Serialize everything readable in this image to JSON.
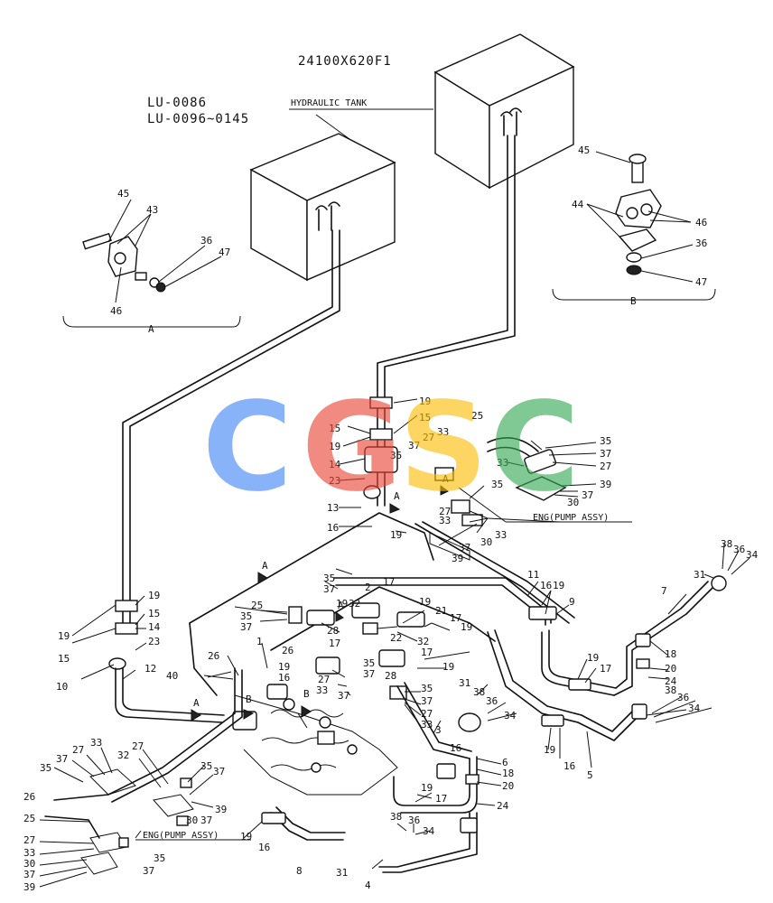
{
  "header": {
    "part_number": "24100X620F1",
    "model_line1": "LU-0086",
    "model_line2": "LU-0096~0145",
    "tank_label": "HYDRAULIC  TANK"
  },
  "details": {
    "a_label": "A",
    "b_label": "B"
  },
  "assembly_labels": {
    "pump_right": "ENG(PUMP ASSY)",
    "pump_left": "ENG(PUMP ASSY)"
  },
  "watermark": {
    "letters": [
      "C",
      "G",
      "S",
      "C"
    ],
    "colors": [
      "#4285F4",
      "#EA4335",
      "#FBBC05",
      "#34A853"
    ]
  },
  "callouts": {
    "n45a": "45",
    "n43": "43",
    "n46a": "46",
    "n36a": "36",
    "n47a": "47",
    "n45b": "45",
    "n44": "44",
    "n46b": "46",
    "n36b": "36",
    "n47b": "47",
    "n19a": "19",
    "n15a": "15",
    "n15b": "15",
    "n19b": "19",
    "n14a": "14",
    "n23a": "23",
    "n13": "13",
    "n16a": "16",
    "n19c": "19",
    "n15c": "15",
    "n19d": "19",
    "n15d": "15",
    "n14b": "14",
    "n23b": "23",
    "n10": "10",
    "n12": "12",
    "n25a": "25",
    "n33a": "33",
    "n27a": "27",
    "n37a": "37",
    "n35a": "35",
    "n35b": "35",
    "n37b": "37",
    "n27b": "27",
    "n39a": "39",
    "n30a": "30",
    "n37c": "37",
    "n35c": "35",
    "n27c": "27",
    "n33b": "33",
    "n30b": "30",
    "n33c": "33",
    "n37d": "37",
    "n39b": "39",
    "n19e": "19",
    "n38a": "38",
    "n36c": "36",
    "n34a": "34",
    "n31a": "31",
    "n7": "7",
    "n11": "11",
    "n16b": "16",
    "n19f": "19",
    "n9": "9",
    "n19g": "19",
    "n17a": "17",
    "n18a": "18",
    "n20a": "20",
    "n24a": "24",
    "n38b": "38",
    "n36d": "36",
    "n34b": "34",
    "n19h": "19",
    "n16c": "16",
    "n5": "5",
    "n2": "2",
    "n17b": "17",
    "n35d": "35",
    "n37e": "37",
    "n25b": "25",
    "n35e": "35",
    "n37f": "37",
    "n28a": "28",
    "n19i": "19",
    "n32a": "32",
    "n21": "21",
    "n17c": "17",
    "n19j": "19",
    "n22": "22",
    "n32b": "32",
    "n1": "1",
    "n26a": "26",
    "n19k": "19",
    "n16d": "16",
    "n40": "40",
    "n26b": "26",
    "n17d": "17",
    "n35f": "35",
    "n37g": "37",
    "n28b": "28",
    "n17e": "17",
    "n19l": "19",
    "n27d": "27",
    "n33d": "33",
    "n37h": "37",
    "n35g": "35",
    "n37i": "37",
    "n27e": "27",
    "n33e": "33",
    "n3": "3",
    "n31b": "31",
    "n38c": "38",
    "n36e": "36",
    "n34c": "34",
    "n16e": "16",
    "n6": "6",
    "n18b": "18",
    "n20b": "20",
    "n19m": "19",
    "n17f": "17",
    "n24b": "24",
    "n38d": "38",
    "n36f": "36",
    "n34d": "34",
    "n8": "8",
    "n31c": "31",
    "n4": "4",
    "n33f": "33",
    "n37j": "37",
    "n27f": "27",
    "n35h": "35",
    "n26c": "26",
    "n32c": "32",
    "n27g": "27",
    "n35i": "35",
    "n37k": "37",
    "n39c": "39",
    "n30c": "30",
    "n37l": "37",
    "n19n": "19",
    "n16f": "16",
    "n25c": "25",
    "n27h": "27",
    "n33g": "33",
    "n30d": "30",
    "n37m": "37",
    "n39d": "39",
    "n35j": "35",
    "n37n": "37",
    "m_a1": "A",
    "m_a2": "A",
    "m_a3": "A",
    "m_a4": "A",
    "m_a5": "A",
    "m_b1": "B",
    "m_b2": "B"
  }
}
